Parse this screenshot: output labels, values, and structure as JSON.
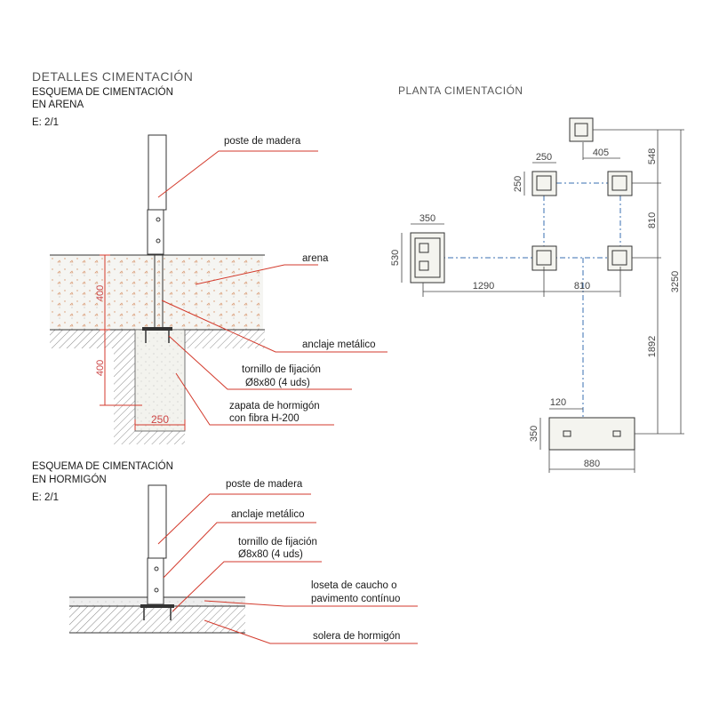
{
  "titles": {
    "main": "DETALLES CIMENTACIÓN",
    "sand_line1": "ESQUEMA DE CIMENTACIÓN",
    "sand_line2": "EN ARENA",
    "sand_scale": "E: 2/1",
    "plan": "PLANTA CIMENTACIÓN",
    "concrete_line1": "ESQUEMA DE CIMENTACIÓN",
    "concrete_line2": "EN HORMIGÓN",
    "concrete_scale": "E: 2/1"
  },
  "sand_labels": {
    "post": "poste de madera",
    "sand": "arena",
    "anchor": "anclaje metálico",
    "bolt1": "tornillo de fijación",
    "bolt2": "Ø8x80 (4 uds)",
    "footing1": "zapata de hormigón",
    "footing2": "con fibra H-200"
  },
  "sand_dims": {
    "depth_sand": "400",
    "depth_footing": "400",
    "width_footing": "250"
  },
  "concrete_labels": {
    "post": "poste de madera",
    "anchor": "anclaje metálico",
    "bolt1": "tornillo de fijación",
    "bolt2": "Ø8x80 (4 uds)",
    "tile1": "loseta de caucho o",
    "tile2": "pavimento contínuo",
    "slab": "solera de hormigón"
  },
  "plan_dims": {
    "d250w": "250",
    "d250h": "250",
    "d405": "405",
    "d548": "548",
    "d810v": "810",
    "d3250": "3250",
    "d350w": "350",
    "d530": "530",
    "d1290": "1290",
    "d810h": "810",
    "d1892": "1892",
    "d120": "120",
    "d350h": "350",
    "d880": "880"
  },
  "colors": {
    "leader": "#d33a2c",
    "axis": "#3a6fb0",
    "line": "#333333",
    "sand_fill": "#f2f2ef"
  }
}
